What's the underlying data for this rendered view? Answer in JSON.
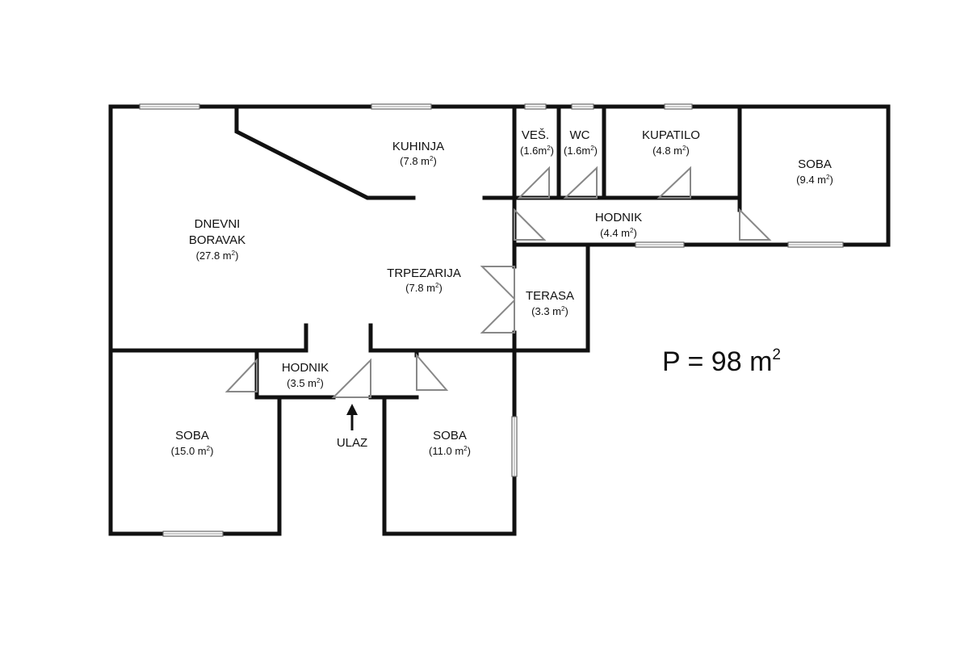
{
  "rooms": {
    "dnevni_boravak": {
      "name1": "DNEVNI",
      "name2": "BORAVAK",
      "area": "(27.8 m",
      "area_end": ")"
    },
    "kuhinja": {
      "name": "KUHINJA",
      "area": "(7.8 m",
      "area_end": ")"
    },
    "ves": {
      "name": "VEŠ.",
      "area": "(1.6m",
      "area_end": ")"
    },
    "wc": {
      "name": "WC",
      "area": "(1.6m",
      "area_end": ")"
    },
    "kupatilo": {
      "name": "KUPATILO",
      "area": "(4.8 m",
      "area_end": ")"
    },
    "soba_east": {
      "name": "SOBA",
      "area": "(9.4 m",
      "area_end": ")"
    },
    "hodnik_east": {
      "name": "HODNIK",
      "area": "(4.4 m",
      "area_end": ")"
    },
    "trpezarija": {
      "name": "TRPEZARIJA",
      "area": "(7.8 m",
      "area_end": ")"
    },
    "terasa": {
      "name": "TERASA",
      "area": "(3.3 m",
      "area_end": ")"
    },
    "hodnik_south": {
      "name": "HODNIK",
      "area": "(3.5 m",
      "area_end": ")"
    },
    "soba_southwest": {
      "name": "SOBA",
      "area": "(15.0 m",
      "area_end": ")"
    },
    "soba_south": {
      "name": "SOBA",
      "area": "(11.0 m",
      "area_end": ")"
    }
  },
  "entrance": {
    "label": "ULAZ"
  },
  "area_unit_exponent": "2",
  "total": {
    "prefix": "P = 98 m",
    "exponent": "2"
  }
}
